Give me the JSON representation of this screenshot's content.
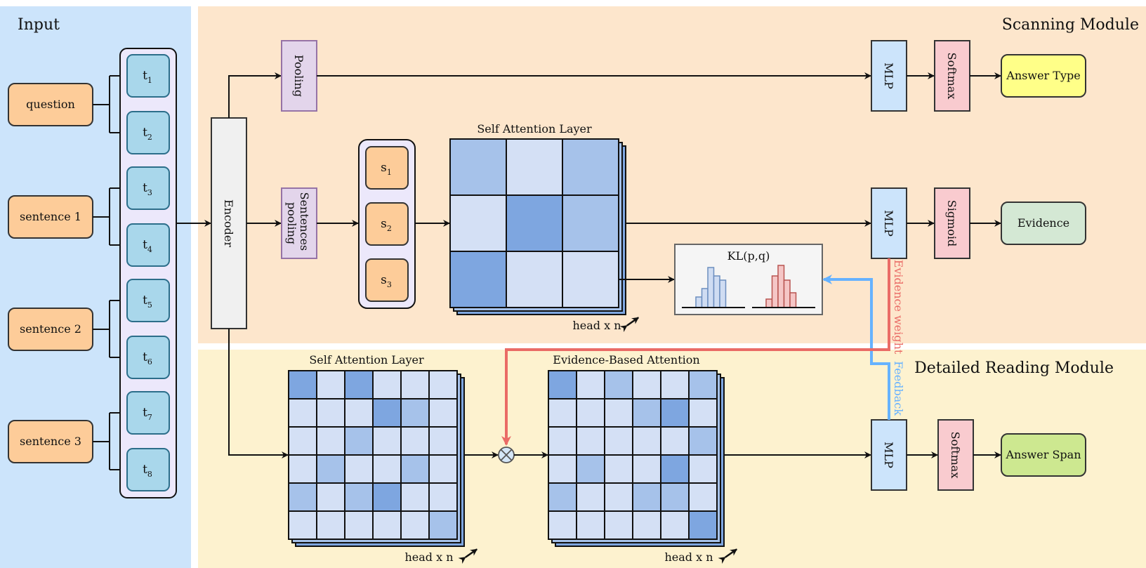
{
  "regions": {
    "input": "Input",
    "scanning": "Scanning Module",
    "detailed": "Detailed Reading Module"
  },
  "inputs": [
    {
      "label": "question",
      "tokens": [
        {
          "base": "t",
          "sub": "1"
        },
        {
          "base": "t",
          "sub": "2"
        }
      ]
    },
    {
      "label": "sentence 1",
      "tokens": [
        {
          "base": "t",
          "sub": "3"
        },
        {
          "base": "t",
          "sub": "4"
        }
      ]
    },
    {
      "label": "sentence 2",
      "tokens": [
        {
          "base": "t",
          "sub": "5"
        },
        {
          "base": "t",
          "sub": "6"
        }
      ]
    },
    {
      "label": "sentence 3",
      "tokens": [
        {
          "base": "t",
          "sub": "7"
        },
        {
          "base": "t",
          "sub": "8"
        }
      ]
    }
  ],
  "encoder": "Encoder",
  "pooling": "Pooling",
  "sentences_pooling": [
    "Sentences",
    "pooling"
  ],
  "sentence_vectors": [
    {
      "base": "s",
      "sub": "1"
    },
    {
      "base": "s",
      "sub": "2"
    },
    {
      "base": "s",
      "sub": "3"
    }
  ],
  "scan_attention": {
    "title": "Self Attention Layer",
    "heads": "head x n",
    "cells": [
      [
        2,
        1,
        2
      ],
      [
        1,
        3,
        2
      ],
      [
        3,
        1,
        1
      ]
    ]
  },
  "kl_label": "KL(p,q)",
  "kl_hist": {
    "p": [
      0.25,
      0.45,
      0.95,
      0.75,
      0.65
    ],
    "q": [
      0.2,
      0.75,
      1.0,
      0.65,
      0.35
    ]
  },
  "mlp": "MLP",
  "softmax": "Softmax",
  "sigmoid": "Sigmoid",
  "outputs": {
    "answer_type": "Answer Type",
    "evidence": "Evidence",
    "answer_span": "Answer Span"
  },
  "evidence_weight": "Evidence weight",
  "feedback": "Feedback",
  "read_attention": {
    "title": "Self Attention Layer",
    "heads": "head x n",
    "cells": [
      [
        3,
        1,
        3,
        1,
        1,
        1
      ],
      [
        1,
        1,
        1,
        3,
        2,
        1
      ],
      [
        1,
        1,
        2,
        1,
        1,
        1
      ],
      [
        1,
        2,
        1,
        1,
        2,
        1
      ],
      [
        2,
        1,
        2,
        3,
        1,
        1
      ],
      [
        1,
        1,
        1,
        1,
        1,
        2
      ]
    ]
  },
  "evidence_attention": {
    "title": "Evidence-Based Attention",
    "heads": "head x n",
    "cells": [
      [
        3,
        1,
        2,
        1,
        1,
        2
      ],
      [
        1,
        1,
        1,
        2,
        3,
        1
      ],
      [
        1,
        1,
        1,
        1,
        1,
        2
      ],
      [
        1,
        2,
        1,
        1,
        3,
        1
      ],
      [
        2,
        1,
        1,
        2,
        2,
        1
      ],
      [
        1,
        1,
        1,
        1,
        1,
        3
      ]
    ]
  },
  "colors": {
    "input_bg": "#cce4fb",
    "scan_bg": "#fde6cc",
    "detail_bg": "#fdf2cf",
    "orange_box": "#fdcc99",
    "token_box": "#a9d7eb",
    "token_panel": "#ece8fb",
    "encoder_box": "#f0f0f0",
    "pooling_box": "#e3d5eb",
    "mlp_box": "#cce4fb",
    "softmax_box": "#f9cbcf",
    "answer_type": "#ffff88",
    "evidence": "#d4e8d4",
    "answer_span": "#cde890",
    "cell_light": "#d4e0f5",
    "cell_mid": "#a6c2ea",
    "cell_dark": "#7ea6e0",
    "evidence_weight": "#ea6b66",
    "feedback": "#66b2ff"
  },
  "icons": {
    "multiply": "circled-times-icon",
    "resize": "double-arrow-icon"
  }
}
